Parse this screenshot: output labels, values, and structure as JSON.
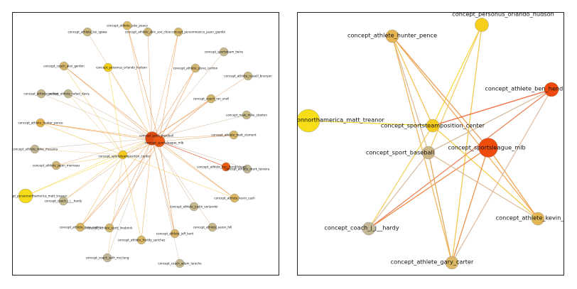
{
  "left_graph": {
    "nodes": [
      {
        "id": "sport_baseball",
        "label": "concept_sport_baseball",
        "color": "#e04a10"
      },
      {
        "id": "sportsleague_mlb",
        "label": "concept_sportsleague_mlb",
        "color": "#ef5a12"
      },
      {
        "id": "sportsteamposition_center",
        "label": "concept_sportsteamposition_center",
        "color": "#f4c81d"
      },
      {
        "id": "jake_peavy",
        "label": "concept_athlete_jake_peavy",
        "color": "#dcbb62"
      },
      {
        "id": "kei_igawa",
        "label": "concept_athlete_kei_igawa",
        "color": "#cbb77e"
      },
      {
        "id": "alex_gordon",
        "label": "concept_coach_alex_gordon",
        "color": "#d6b66a"
      },
      {
        "id": "orlando_hudson",
        "label": "concept_personus_orlando_hudson",
        "color": "#f4cf15"
      },
      {
        "id": "shin_soo_choo",
        "label": "concept_athlete_shin_soo_choo",
        "color": "#d1b878"
      },
      {
        "id": "jason_giambi",
        "label": "concept_personmexico_jason_giambi",
        "color": "#d8ba6e"
      },
      {
        "id": "sportsteam_twins",
        "label": "concept_sportsteam_twins",
        "color": "#c8b98c"
      },
      {
        "id": "steve_carlton",
        "label": "concept_athlete_steve_carlton",
        "color": "#d3b771"
      },
      {
        "id": "russell_branyan",
        "label": "concept_athlete_russell_branyan",
        "color": "#c9b886"
      },
      {
        "id": "athlete_pelfrey",
        "label": "concept_athlete_pelfrey",
        "color": "#c7b98c"
      },
      {
        "id": "rafael_davis",
        "label": "concept_athlete_rafael_davis",
        "color": "#c4b891"
      },
      {
        "id": "ron_snell",
        "label": "concept_coach_ron_snell",
        "color": "#d4b76d"
      },
      {
        "id": "hunter_pence",
        "label": "concept_athlete_hunter_pence",
        "color": "#e5b54c"
      },
      {
        "id": "mike_stanton",
        "label": "concept_male_mike_stanton",
        "color": "#c9b98a"
      },
      {
        "id": "matt_clement",
        "label": "concept_athlete_matt_clement",
        "color": "#d6b86c"
      },
      {
        "id": "mike_mussina",
        "label": "concept_athlete_mike_mussina",
        "color": "#c3b893"
      },
      {
        "id": "jason_morneau",
        "label": "concept_athlete_jason_morneau",
        "color": "#d2b778"
      },
      {
        "id": "ben_hendrickson",
        "label": "concept_athlete_ben_hendrickson",
        "color": "#f05c10"
      },
      {
        "id": "mark_teixeira",
        "label": "concept_athlete_mark_teixeira",
        "color": "#c3b895"
      },
      {
        "id": "matt_treanor",
        "label": "concept_personnorthamerica_matt_treanor",
        "color": "#f6dc1a"
      },
      {
        "id": "jj_hardy",
        "label": "concept_coach_j_j__hardy",
        "color": "#c4b98f"
      },
      {
        "id": "kevin_cash",
        "label": "concept_athlete_kevin_cash",
        "color": "#ddb762"
      },
      {
        "id": "justin_verlander",
        "label": "concept_athlete_justin_verlander",
        "color": "#c7b98c"
      },
      {
        "id": "gary_carter",
        "label": "concept_athlete_gary_carter",
        "color": "#dbb764"
      },
      {
        "id": "scott_linebrink",
        "label": "concept_athlete_scott_linebrink",
        "color": "#d5b76a"
      },
      {
        "id": "aaron_hill",
        "label": "concept_athlete_aaron_hill",
        "color": "#c9b989"
      },
      {
        "id": "jeff_kent",
        "label": "concept_athlete_jeff_kent",
        "color": "#d7b66a"
      },
      {
        "id": "freddy_sanchez",
        "label": "concept_athlete_freddy_sanchez",
        "color": "#d9b869"
      },
      {
        "id": "seth_mcclung",
        "label": "concept_coach_seth_mcclung",
        "color": "#c2b897"
      },
      {
        "id": "adam_laroche",
        "label": "concept_coach_adam_laroche",
        "color": "#c6b98f"
      }
    ],
    "edges": [
      {
        "a": "sport_baseball",
        "b": "jake_peavy",
        "color": "#ecb46a"
      },
      {
        "a": "sport_baseball",
        "b": "kei_igawa",
        "color": "#d6b896"
      },
      {
        "a": "sport_baseball",
        "b": "alex_gordon",
        "color": "#e7a35e"
      },
      {
        "a": "sport_baseball",
        "b": "orlando_hudson",
        "color": "#f2cc4a"
      },
      {
        "a": "sport_baseball",
        "b": "shin_soo_choo",
        "color": "#e0a16c"
      },
      {
        "a": "sport_baseball",
        "b": "jason_giambi",
        "color": "#edb16a"
      },
      {
        "a": "sport_baseball",
        "b": "sportsteam_twins",
        "color": "#d8bda1"
      },
      {
        "a": "sport_baseball",
        "b": "steve_carlton",
        "color": "#e79545"
      },
      {
        "a": "sport_baseball",
        "b": "russell_branyan",
        "color": "#dfa878"
      },
      {
        "a": "sport_baseball",
        "b": "athlete_pelfrey",
        "color": "#d7bc9c"
      },
      {
        "a": "sport_baseball",
        "b": "rafael_davis",
        "color": "#d9b89c"
      },
      {
        "a": "sport_baseball",
        "b": "ron_snell",
        "color": "#e89a4c"
      },
      {
        "a": "sport_baseball",
        "b": "hunter_pence",
        "color": "#eea24a"
      },
      {
        "a": "sport_baseball",
        "b": "mike_stanton",
        "color": "#d4b8a0"
      },
      {
        "a": "sport_baseball",
        "b": "matt_clement",
        "color": "#e6ac6c"
      },
      {
        "a": "sport_baseball",
        "b": "mike_mussina",
        "color": "#d1bba6"
      },
      {
        "a": "sport_baseball",
        "b": "jason_morneau",
        "color": "#dbb084"
      },
      {
        "a": "sport_baseball",
        "b": "ben_hendrickson",
        "color": "#ea6a30"
      },
      {
        "a": "sport_baseball",
        "b": "mark_teixeira",
        "color": "#d3bca7"
      },
      {
        "a": "sport_baseball",
        "b": "matt_treanor",
        "color": "#f3d24c"
      },
      {
        "a": "sport_baseball",
        "b": "jj_hardy",
        "color": "#d7b69d"
      },
      {
        "a": "sport_baseball",
        "b": "kevin_cash",
        "color": "#eba85e"
      },
      {
        "a": "sport_baseball",
        "b": "justin_verlander",
        "color": "#d6b99e"
      },
      {
        "a": "sport_baseball",
        "b": "gary_carter",
        "color": "#e9944a"
      },
      {
        "a": "sport_baseball",
        "b": "scott_linebrink",
        "color": "#e59a58"
      },
      {
        "a": "sport_baseball",
        "b": "aaron_hill",
        "color": "#d7ba9c"
      },
      {
        "a": "sport_baseball",
        "b": "jeff_kent",
        "color": "#e59b55"
      },
      {
        "a": "sport_baseball",
        "b": "freddy_sanchez",
        "color": "#eaa558"
      },
      {
        "a": "sport_baseball",
        "b": "seth_mcclung",
        "color": "#d2bca8"
      },
      {
        "a": "sport_baseball",
        "b": "adam_laroche",
        "color": "#d4bba5"
      },
      {
        "a": "sportsleague_mlb",
        "b": "jake_peavy",
        "color": "#ec8a3a"
      },
      {
        "a": "sportsleague_mlb",
        "b": "alex_gordon",
        "color": "#e88a44"
      },
      {
        "a": "sportsleague_mlb",
        "b": "steve_carlton",
        "color": "#ed7f2e"
      },
      {
        "a": "sportsleague_mlb",
        "b": "ron_snell",
        "color": "#ec8434"
      },
      {
        "a": "sportsleague_mlb",
        "b": "hunter_pence",
        "color": "#ef8a30"
      },
      {
        "a": "sportsleague_mlb",
        "b": "ben_hendrickson",
        "color": "#e8421a"
      },
      {
        "a": "sportsleague_mlb",
        "b": "gary_carter",
        "color": "#ec7c30"
      },
      {
        "a": "sportsleague_mlb",
        "b": "scott_linebrink",
        "color": "#e88c46"
      },
      {
        "a": "sportsleague_mlb",
        "b": "jeff_kent",
        "color": "#ea8a40"
      },
      {
        "a": "sportsleague_mlb",
        "b": "kevin_cash",
        "color": "#ee9640"
      },
      {
        "a": "sportsleague_mlb",
        "b": "jason_giambi",
        "color": "#ec9444"
      },
      {
        "a": "sportsleague_mlb",
        "b": "matt_clement",
        "color": "#e99a54"
      },
      {
        "a": "sportsteamposition_center",
        "b": "orlando_hudson",
        "color": "#f6d534"
      },
      {
        "a": "sportsteamposition_center",
        "b": "matt_treanor",
        "color": "#f7d72a"
      },
      {
        "a": "sportsteamposition_center",
        "b": "hunter_pence",
        "color": "#f4be40"
      },
      {
        "a": "sportsteamposition_center",
        "b": "gary_carter",
        "color": "#f2bc48"
      },
      {
        "a": "sportsteamposition_center",
        "b": "kevin_cash",
        "color": "#f3c44a"
      },
      {
        "a": "sportsteamposition_center",
        "b": "jj_hardy",
        "color": "#efc664"
      },
      {
        "a": "sportsteamposition_center",
        "b": "freddy_sanchez",
        "color": "#f0c250"
      },
      {
        "a": "sportsteamposition_center",
        "b": "mike_mussina",
        "color": "#e9cd86"
      },
      {
        "a": "sportsteamposition_center",
        "b": "jason_morneau",
        "color": "#eec66c"
      },
      {
        "a": "sportsteamposition_center",
        "b": "alex_gordon",
        "color": "#efc25c"
      },
      {
        "a": "sportsteamposition_center",
        "b": "rafael_davis",
        "color": "#e8ca84"
      },
      {
        "a": "sportsteamposition_center",
        "b": "seth_mcclung",
        "color": "#e7cc8a"
      },
      {
        "a": "sportsteamposition_center",
        "b": "sportsleague_mlb",
        "color": "#f09a38"
      },
      {
        "a": "sportsteamposition_center",
        "b": "sport_baseball",
        "color": "#e8b25c"
      }
    ]
  },
  "right_graph": {
    "nodes": [
      {
        "id": "hunter_pence",
        "label": "concept_athlete_hunter_pence",
        "color": "#e6b551"
      },
      {
        "id": "orlando_hudson",
        "label": "concept_personus_orlando_hudson",
        "color": "#f6cf1c"
      },
      {
        "id": "ben_hendrickson",
        "label": "concept_athlete_ben_hendrickson",
        "color": "#f04a0e"
      },
      {
        "id": "matt_treanor",
        "label": "concept_personnorthamerica_matt_treanor",
        "color": "#f7de18"
      },
      {
        "id": "sportsteamposition_center",
        "label": "concept_sportsteamposition_center",
        "color": "#f5cb1e"
      },
      {
        "id": "sportsleague_mlb",
        "label": "concept_sportsleague_mlb",
        "color": "#ef4c0c"
      },
      {
        "id": "sport_baseball",
        "label": "concept_sport_baseball",
        "color": "#cdb686"
      },
      {
        "id": "jj_hardy",
        "label": "concept_coach_j_j__hardy",
        "color": "#c4b994"
      },
      {
        "id": "kevin_cash",
        "label": "concept_athlete_kevin_cash",
        "color": "#e2b856"
      },
      {
        "id": "gary_carter",
        "label": "concept_athlete_gary_carter",
        "color": "#dcb766"
      }
    ],
    "edges": [
      {
        "a": "hunter_pence",
        "b": "sportsteamposition_center",
        "color": "#f2bc40"
      },
      {
        "a": "hunter_pence",
        "b": "sportsleague_mlb",
        "color": "#ec9140"
      },
      {
        "a": "hunter_pence",
        "b": "sport_baseball",
        "color": "#d9b591"
      },
      {
        "a": "hunter_pence",
        "b": "kevin_cash",
        "color": "#efa34a"
      },
      {
        "a": "orlando_hudson",
        "b": "sportsteamposition_center",
        "color": "#f8d52c"
      },
      {
        "a": "orlando_hudson",
        "b": "sport_baseball",
        "color": "#f0c85a"
      },
      {
        "a": "orlando_hudson",
        "b": "gary_carter",
        "color": "#f3c240"
      },
      {
        "a": "ben_hendrickson",
        "b": "sportsteamposition_center",
        "color": "#ef5a2a"
      },
      {
        "a": "ben_hendrickson",
        "b": "sport_baseball",
        "color": "#d3b394"
      },
      {
        "a": "ben_hendrickson",
        "b": "jj_hardy",
        "color": "#e87848"
      },
      {
        "a": "matt_treanor",
        "b": "sportsteamposition_center",
        "color": "#f6da2a"
      },
      {
        "a": "sportsteamposition_center",
        "b": "kevin_cash",
        "color": "#f5c63c"
      },
      {
        "a": "sportsteamposition_center",
        "b": "jj_hardy",
        "color": "#f2cc50"
      },
      {
        "a": "sportsleague_mlb",
        "b": "jj_hardy",
        "color": "#ee7c32"
      },
      {
        "a": "sportsleague_mlb",
        "b": "gary_carter",
        "color": "#ec8a3a"
      },
      {
        "a": "sportsleague_mlb",
        "b": "kevin_cash",
        "color": "#ee9a40"
      },
      {
        "a": "sport_baseball",
        "b": "kevin_cash",
        "color": "#dcb98e"
      },
      {
        "a": "sport_baseball",
        "b": "gary_carter",
        "color": "#e0a14e"
      },
      {
        "a": "sport_baseball",
        "b": "jj_hardy",
        "color": "#d5b89c"
      },
      {
        "a": "gary_carter",
        "b": "ben_hendrickson",
        "color": "#dcb89c"
      },
      {
        "a": "gary_carter",
        "b": "hunter_pence",
        "color": "#f0b24e"
      }
    ]
  }
}
